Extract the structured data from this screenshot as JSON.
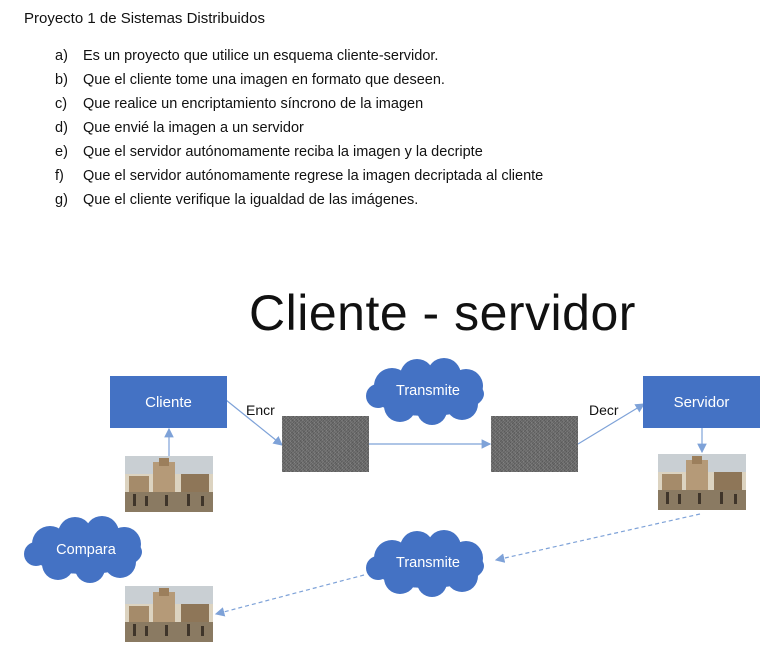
{
  "document": {
    "title": "Proyecto 1 de Sistemas Distribuidos",
    "requirements": [
      {
        "label": "a)",
        "text": "Es un proyecto que utilice un esquema cliente-servidor."
      },
      {
        "label": "b)",
        "text": "Que el cliente tome una imagen en formato que deseen."
      },
      {
        "label": "c)",
        "text": "Que realice un encriptamiento síncrono de la imagen"
      },
      {
        "label": "d)",
        "text": "Que envié la imagen a un servidor"
      },
      {
        "label": "e)",
        "text": "Que el servidor autónomamente reciba la imagen y la decripte"
      },
      {
        "label": "f)",
        "text": "Que el servidor autónomamente regrese la imagen decriptada al cliente"
      },
      {
        "label": "g)",
        "text": "Que el cliente verifique la igualdad de las imágenes."
      }
    ]
  },
  "diagram": {
    "title": "Cliente - servidor",
    "client_label": "Cliente",
    "server_label": "Servidor",
    "encrypt_label": "Encr",
    "decrypt_label": "Decr",
    "transmit_top_label": "Transmite",
    "transmit_bottom_label": "Transmite",
    "compare_label": "Compara",
    "colors": {
      "box": "#4472c4",
      "arrow": "#7ea2d8",
      "noise": "#6e6e6e"
    }
  }
}
